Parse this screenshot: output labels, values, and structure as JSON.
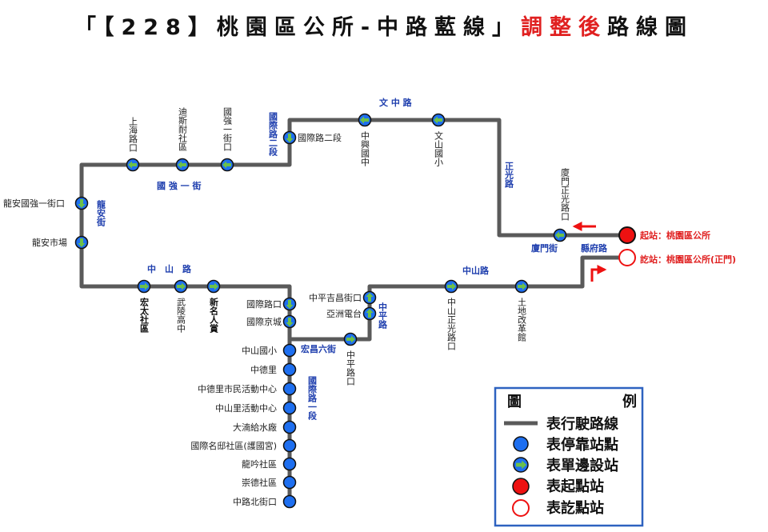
{
  "title": {
    "prefix": "「【228】桃園區公所-中路藍線」",
    "highlight": "調整後",
    "suffix": "路線圖"
  },
  "colors": {
    "route_line": "#5a5a5a",
    "stop_fill": "#1e6ff0",
    "one_side_fill": "#6cc04a",
    "start_fill": "#ee1111",
    "end_stroke": "#ee1111",
    "road_label": "#1f3fae",
    "legend_border": "#2e62c0"
  },
  "stops": {
    "start": "起站：桃園區公所",
    "end": "訖站：桃園區公所(正門)",
    "xiamen": "廈門正光路口",
    "zhongshan_zhengguang": "中山正光路口",
    "tudi": "土地改革館",
    "zhongping_jichang": "中平吉昌街口",
    "yazhou": "亞洲電台",
    "zhongping": "中平路口",
    "guoji_kou": "國際路口",
    "guoji_jingcheng": "國際京城",
    "hongtai": "宏太社區",
    "wuling": "武陵高中",
    "xinming": "新名人賞",
    "longan_market": "龍安市場",
    "longan_guoqiang": "龍安國強一街口",
    "shanghai": "上海路口",
    "disney": "迪斯耐社區",
    "guoqiang1": "國強一街口",
    "guoji2": "國際路二段",
    "zhongxing": "中興國中",
    "wenshan": "文山國小",
    "zhongshan_elem": "中山國小",
    "zhongde": "中德里",
    "zhongde_center": "中德里市民活動中心",
    "zhongshan_center": "中山里活動中心",
    "dating": "大湳給水廠",
    "guojimingdi": "國際名邸社區(護國宮)",
    "longyin": "龍吟社區",
    "chongde": "崇德社區",
    "zhonglu_north": "中路北街口"
  },
  "roads": {
    "wenzhong": "文 中 路",
    "zhengguang": "正光路",
    "xiamen_st": "廈門街",
    "xianfu": "縣府路",
    "zhongshan_e": "中山路",
    "zhongping": "中平路",
    "hongchang": "宏昌六街",
    "guoji_seg1": "國際路一段",
    "zhongshan_w": "中　山　路",
    "longan": "龍安街",
    "guoqiang": "國 強 一 街",
    "guoji_seg2": "國際路二段"
  },
  "legend": {
    "title_left": "圖",
    "title_right": "例",
    "items": [
      "表行駛路線",
      "表停靠站點",
      "表單邊設站",
      "表起點站",
      "表訖點站"
    ]
  }
}
